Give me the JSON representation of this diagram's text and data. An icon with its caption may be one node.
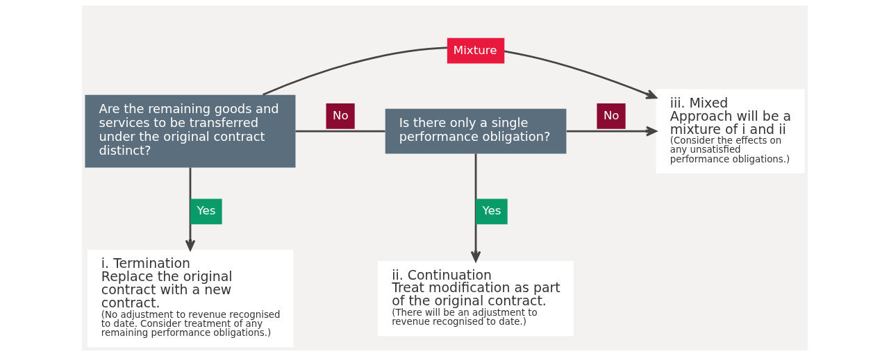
{
  "diagram": {
    "nodes": [
      {
        "text": [
          "Are the remaining goods and services to be transferred under the original contract distinct?"
        ]
      },
      {
        "text": [
          "Is there only a single performance obligation?"
        ]
      },
      {
        "text": [
          "i. Termination",
          "Replace the original contract with a new contract.",
          "(No adjustment to revenue recognised to date. Consider treatment of any remaining performance obligations.)"
        ]
      },
      {
        "text": [
          "ii. Continuation",
          "Treat modification as part of the original contract.",
          "(There will be an adjustment to revenue recognised to date.)"
        ]
      },
      {
        "text": [
          "iii. Mixed",
          "Approach will be a mixture of i and ii",
          "(Consider the effects on any unsatisfied performance obligations.)"
        ]
      }
    ],
    "edges": [
      {
        "from": 0,
        "to": 4,
        "arrow": "to",
        "label": "Mixture"
      },
      {
        "from": 0,
        "to": 1,
        "arrow": "none",
        "label": "No"
      },
      {
        "from": 0,
        "to": 2,
        "arrow": "to",
        "label": "Yes"
      },
      {
        "from": 1,
        "to": 3,
        "arrow": "to",
        "label": "Yes"
      },
      {
        "from": 1,
        "to": 4,
        "arrow": "to",
        "label": "No"
      }
    ]
  }
}
